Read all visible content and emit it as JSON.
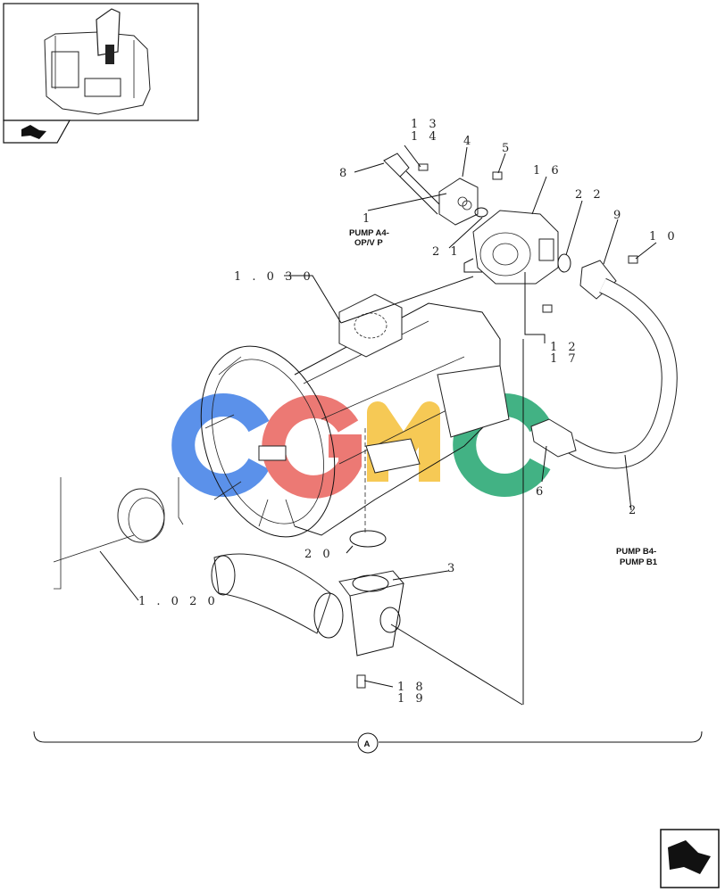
{
  "labels": {
    "p1": "1",
    "p2": "2",
    "p3": "3",
    "p4": "4",
    "p5": "5",
    "p6": "6",
    "p8": "8",
    "p9": "9",
    "p10": "1 0",
    "p13": "1 3",
    "p14": "1 4",
    "p16": "1 6",
    "p12": "1 2",
    "p17": "1 7",
    "p18": "1 8",
    "p19": "1 9",
    "p20": "2 0",
    "p21": "2 1",
    "p22": "2 2",
    "ref1030": "1 . 0 3 0",
    "ref1020": "1 . 0 2 0",
    "pumpA4_line1": "PUMP A4-",
    "pumpA4_line2": "OP/V P",
    "pumpB4_line1": "PUMP B4-",
    "pumpB4_line2": "PUMP B1",
    "circleA": "A"
  },
  "watermark": {
    "letters": [
      "C",
      "G",
      "M",
      "C"
    ],
    "colors": [
      "#4a86e8",
      "#ea6b66",
      "#f6c443",
      "#2eaa77"
    ]
  },
  "icons": {
    "corner_nav": "next-page-arrow-icon",
    "thumb_nav": "thumbnail-arrow-icon"
  }
}
